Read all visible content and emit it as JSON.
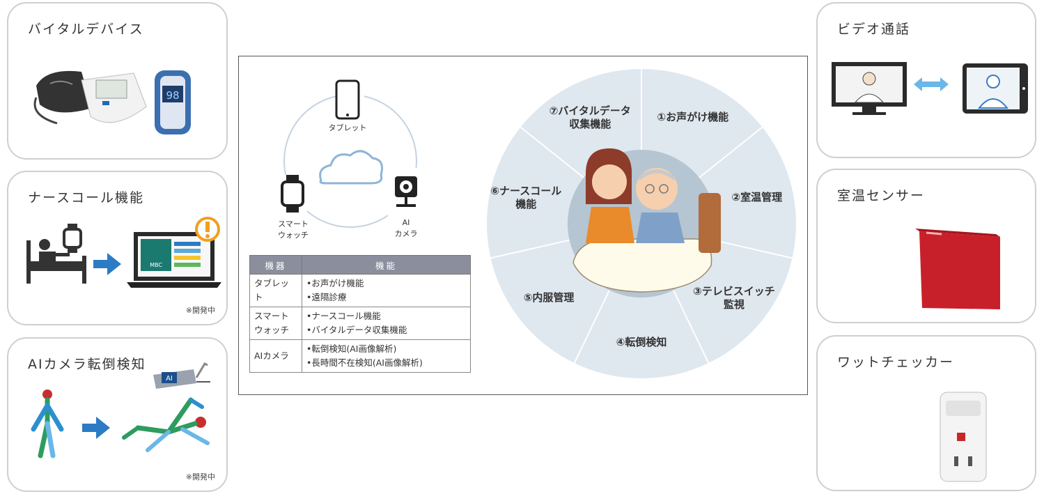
{
  "left_panels": [
    {
      "title": "バイタルデバイス",
      "note": "",
      "device_display": "98"
    },
    {
      "title": "ナースコール機能",
      "note": "※開発中",
      "screen_logo": "MBC"
    },
    {
      "title": "AIカメラ転倒検知",
      "note": "※開発中",
      "badge": "AI"
    }
  ],
  "right_panels": [
    {
      "title": "ビデオ通話"
    },
    {
      "title": "室温センサー"
    },
    {
      "title": "ワットチェッカー"
    }
  ],
  "center": {
    "devices": {
      "tablet": "タブレット",
      "watch_line1": "スマート",
      "watch_line2": "ウォッチ",
      "camera_line1": "AI",
      "camera_line2": "カメラ"
    },
    "table": {
      "headers": [
        "機器",
        "機能"
      ],
      "rows": [
        {
          "device": "タブレット",
          "functions": [
            "•お声がけ機能",
            "•遠隔診療"
          ]
        },
        {
          "device": "スマート\nウォッチ",
          "functions": [
            "•ナースコール機能",
            "•バイタルデータ収集機能"
          ]
        },
        {
          "device": "AIカメラ",
          "functions": [
            "•転倒検知(AI画像解析)",
            "•長時間不在検知(AI画像解析)"
          ]
        }
      ]
    },
    "wheel": {
      "items": [
        {
          "line1": "①お声がけ機能",
          "line2": ""
        },
        {
          "line1": "②室温管理",
          "line2": ""
        },
        {
          "line1": "③テレビスイッチ",
          "line2": "監視"
        },
        {
          "line1": "④転倒検知",
          "line2": ""
        },
        {
          "line1": "⑤内服管理",
          "line2": ""
        },
        {
          "line1": "⑥ナースコール",
          "line2": "機能"
        },
        {
          "line1": "⑦バイタルデータ",
          "line2": "収集機能"
        }
      ]
    }
  },
  "colors": {
    "accent_blue": "#2c7bc4",
    "wheel_bg": "#dfe7ef",
    "wheel_inner": "#b5c5d1",
    "sensor_red": "#c8202b",
    "table_header": "#8b8e9d",
    "panel_border": "#cfcfcf"
  }
}
